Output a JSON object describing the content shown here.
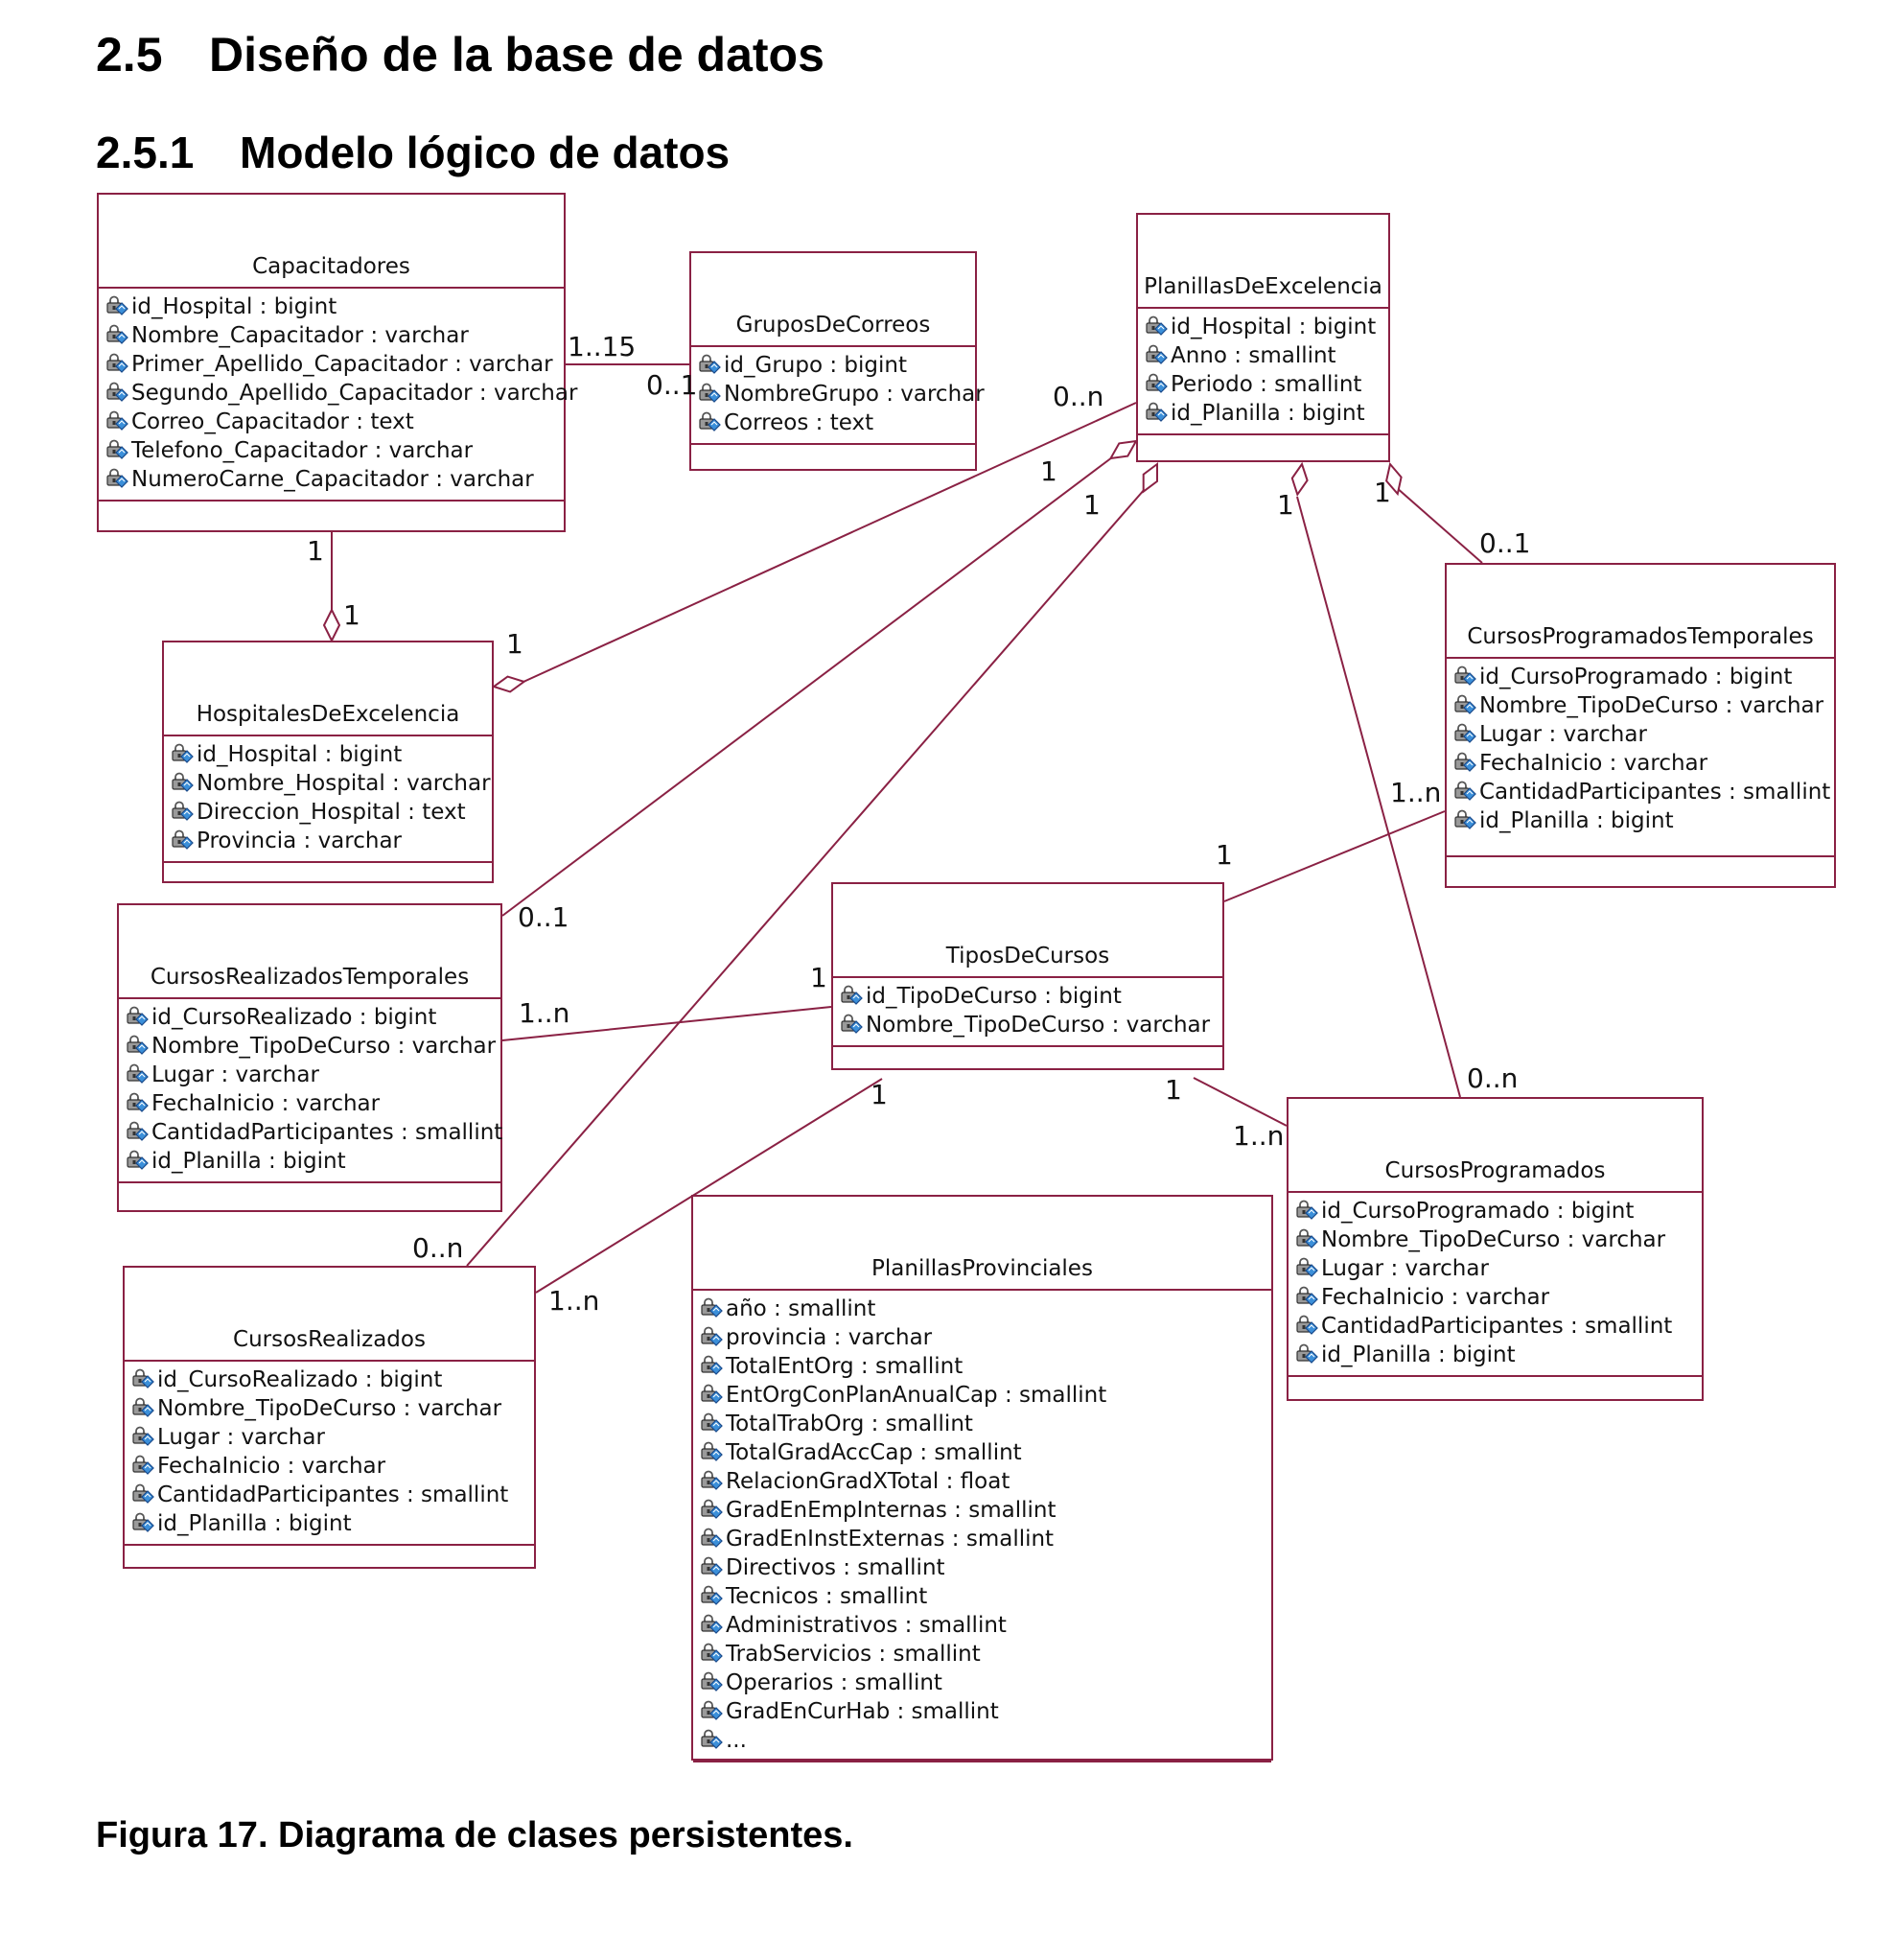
{
  "heading": {
    "section_number": "2.5",
    "section_title": "Diseño de la base de datos",
    "subsection_number": "2.5.1",
    "subsection_title": "Modelo lógico de datos"
  },
  "diagram": {
    "line_color": "#8a2144",
    "attribute_icon": "key-lock-attribute-icon",
    "classes": {
      "capacitadores": {
        "name": "Capacitadores",
        "attributes": [
          "id_Hospital : bigint",
          "Nombre_Capacitador : varchar",
          "Primer_Apellido_Capacitador : varchar",
          "Segundo_Apellido_Capacitador : varchar",
          "Correo_Capacitador : text",
          "Telefono_Capacitador : varchar",
          "NumeroCarne_Capacitador : varchar"
        ]
      },
      "grupos_de_correos": {
        "name": "GruposDeCorreos",
        "attributes": [
          "id_Grupo : bigint",
          "NombreGrupo : varchar",
          "Correos : text"
        ]
      },
      "planillas_de_excelencia": {
        "name": "PlanillasDeExcelencia",
        "attributes": [
          "id_Hospital : bigint",
          "Anno : smallint",
          "Periodo : smallint",
          "id_Planilla : bigint"
        ]
      },
      "hospitales_de_excelencia": {
        "name": "HospitalesDeExcelencia",
        "attributes": [
          "id_Hospital : bigint",
          "Nombre_Hospital : varchar",
          "Direccion_Hospital : text",
          "Provincia : varchar"
        ]
      },
      "cursos_programados_temporales": {
        "name": "CursosProgramadosTemporales",
        "attributes": [
          "id_CursoProgramado : bigint",
          "Nombre_TipoDeCurso : varchar",
          "Lugar : varchar",
          "FechaInicio : varchar",
          "CantidadParticipantes : smallint",
          "id_Planilla : bigint"
        ]
      },
      "cursos_realizados_temporales": {
        "name": "CursosRealizadosTemporales",
        "attributes": [
          "id_CursoRealizado : bigint",
          "Nombre_TipoDeCurso : varchar",
          "Lugar : varchar",
          "FechaInicio : varchar",
          "CantidadParticipantes : smallint",
          "id_Planilla : bigint"
        ]
      },
      "tipos_de_cursos": {
        "name": "TiposDeCursos",
        "attributes": [
          "id_TipoDeCurso : bigint",
          "Nombre_TipoDeCurso : varchar"
        ]
      },
      "cursos_programados": {
        "name": "CursosProgramados",
        "attributes": [
          "id_CursoProgramado : bigint",
          "Nombre_TipoDeCurso : varchar",
          "Lugar : varchar",
          "FechaInicio : varchar",
          "CantidadParticipantes : smallint",
          "id_Planilla : bigint"
        ]
      },
      "cursos_realizados": {
        "name": "CursosRealizados",
        "attributes": [
          "id_CursoRealizado : bigint",
          "Nombre_TipoDeCurso : varchar",
          "Lugar : varchar",
          "FechaInicio : varchar",
          "CantidadParticipantes : smallint",
          "id_Planilla : bigint"
        ]
      },
      "planillas_provinciales": {
        "name": "PlanillasProvinciales",
        "attributes": [
          "año : smallint",
          "provincia : varchar",
          "TotalEntOrg : smallint",
          "EntOrgConPlanAnualCap : smallint",
          "TotalTrabOrg : smallint",
          "TotalGradAccCap : smallint",
          "RelacionGradXTotal : float",
          "GradEnEmpInternas : smallint",
          "GradEnInstExternas : smallint",
          "Directivos : smallint",
          "Tecnicos : smallint",
          "Administrativos : smallint",
          "TrabServicios : smallint",
          "Operarios : smallint",
          "GradEnCurHab : smallint",
          "..."
        ]
      }
    },
    "multiplicities": {
      "cap_grupos_a": "1..15",
      "cap_grupos_b": "0..1",
      "cap_hosp_a": "1",
      "cap_hosp_b": "1",
      "plan_hosp_a": "0..n",
      "plan_hosp_b": "1",
      "plan_crt_a": "1",
      "plan_crt_b": "0..1",
      "plan_cr_a": "1",
      "plan_cr_b": "0..n",
      "plan_cp_a": "1",
      "plan_cp_b": "0..n",
      "plan_cpt_a": "1",
      "plan_cpt_b": "0..1",
      "cpt_tipos_a": "1..n",
      "cpt_tipos_b": "1",
      "crt_tipos_a": "1..n",
      "crt_tipos_b": "1",
      "cr_tipos_a": "1",
      "cr_tipos_b": "1..n",
      "cp_tipos_a": "1",
      "cp_tipos_b": "1..n"
    }
  },
  "caption": "Figura 17. Diagrama de clases persistentes."
}
